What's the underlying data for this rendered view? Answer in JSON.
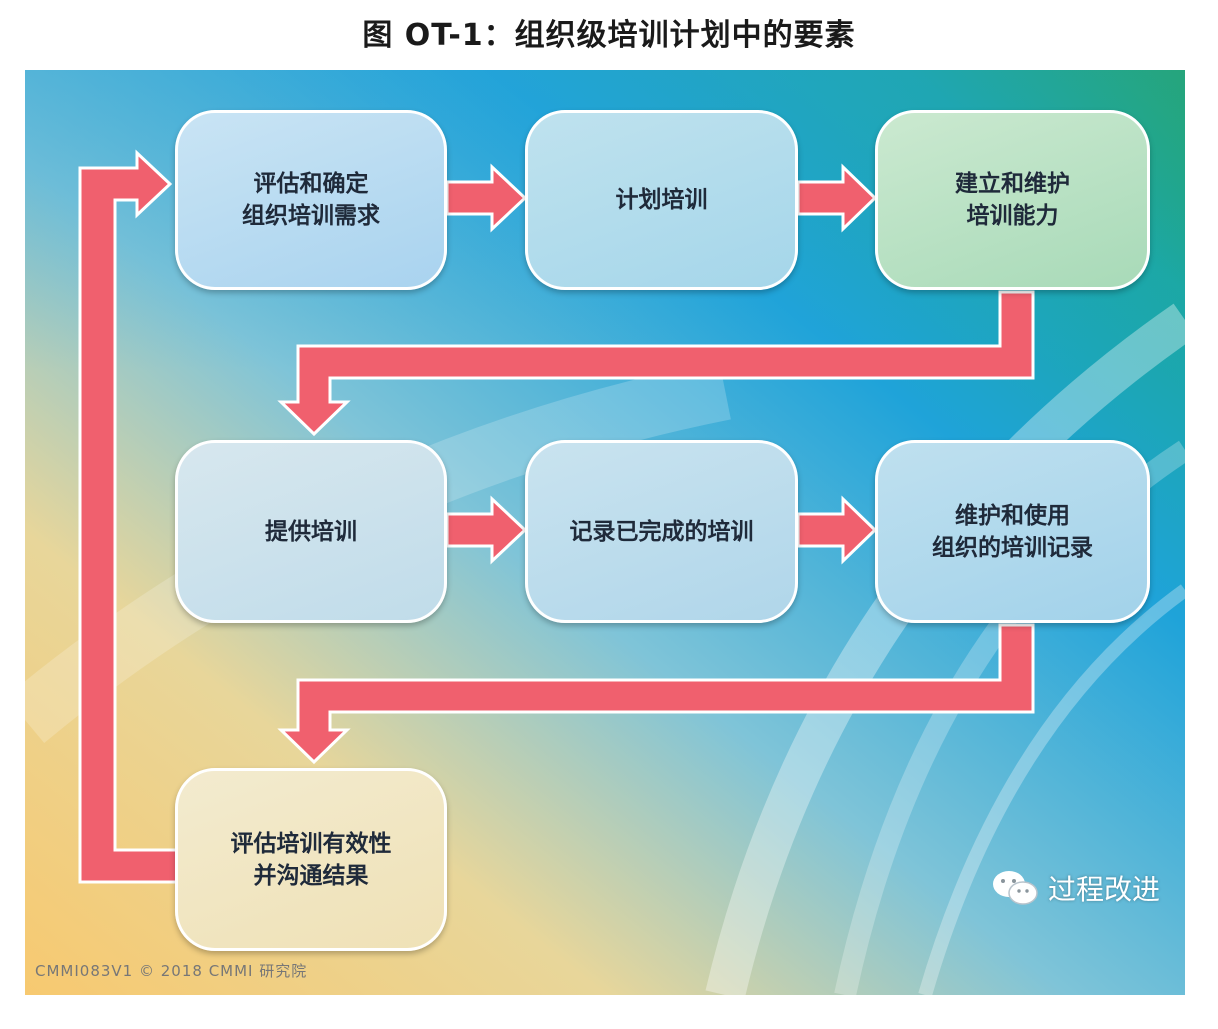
{
  "title": "图 OT-1：组织级培训计划中的要素",
  "diagram": {
    "boxes": [
      {
        "id": "assess-needs",
        "label": "评估和确定\n组织培训需求"
      },
      {
        "id": "plan-training",
        "label": "计划培训"
      },
      {
        "id": "build-capability",
        "label": "建立和维护\n培训能力"
      },
      {
        "id": "deliver-training",
        "label": "提供培训"
      },
      {
        "id": "record-training",
        "label": "记录已完成的培训"
      },
      {
        "id": "maintain-records",
        "label": "维护和使用\n组织的培训记录"
      },
      {
        "id": "assess-effectiveness",
        "label": "评估培训有效性\n并沟通结果"
      }
    ],
    "arrow_color": "#f0606e",
    "arrow_outline": "#ffffff"
  },
  "footer": {
    "copyright": "CMMI083V1 © 2018 CMMI 研究院",
    "watermark": "过程改进"
  }
}
